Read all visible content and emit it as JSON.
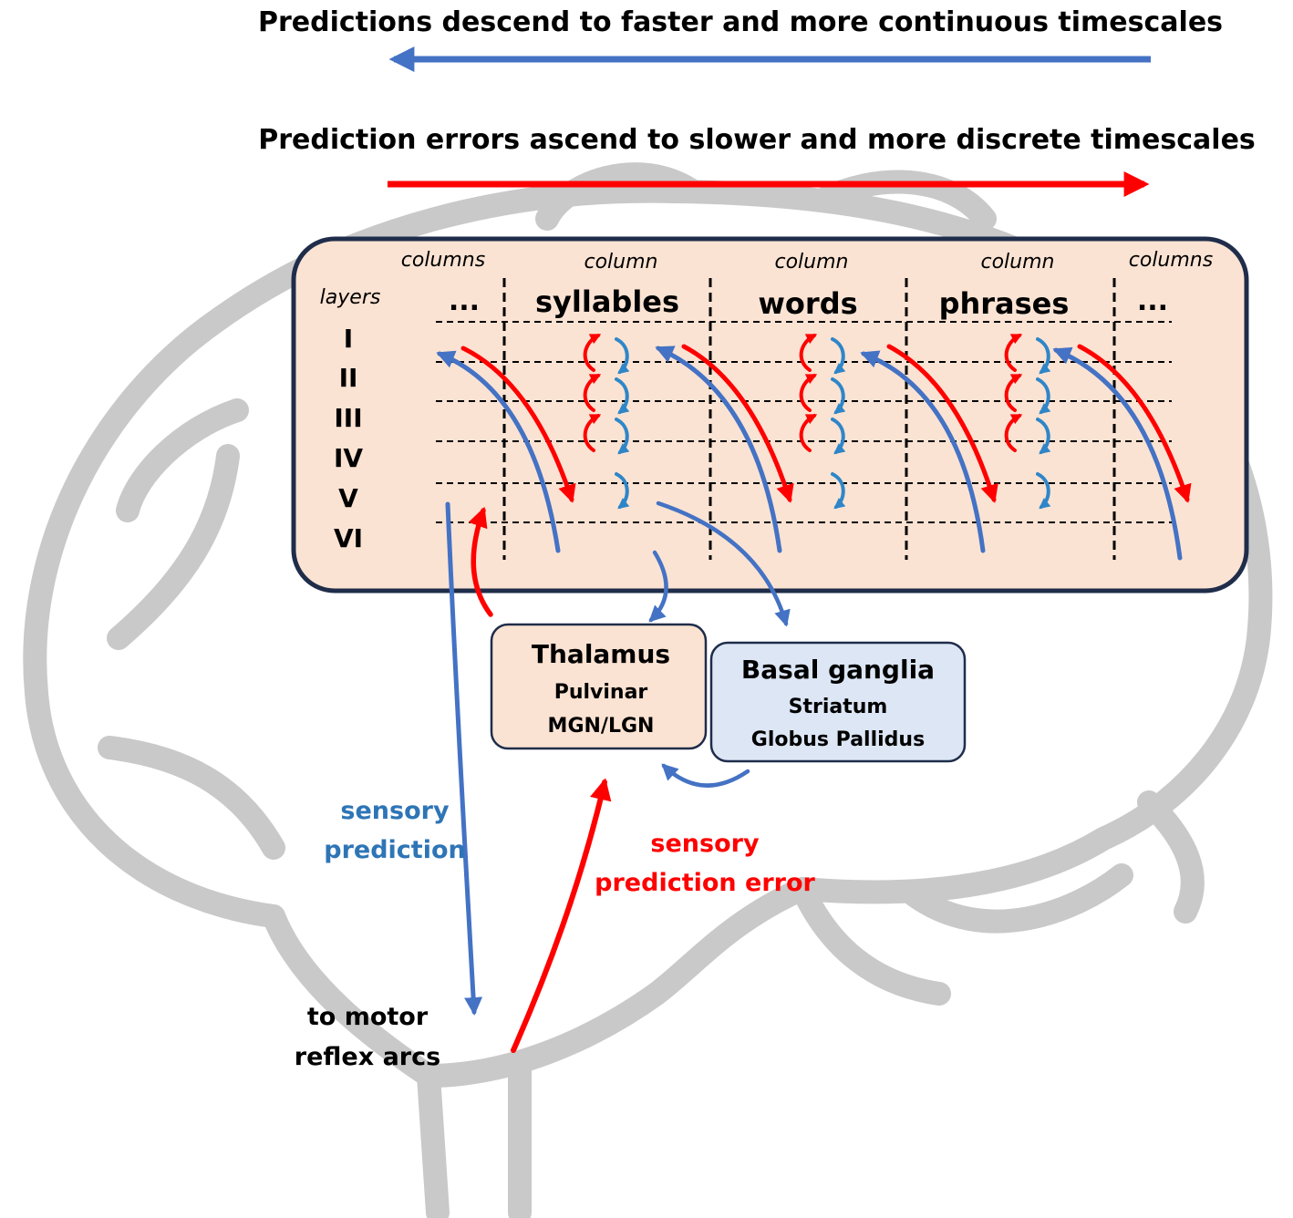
{
  "header": {
    "predictions_caption": "Predictions descend to faster and more continuous timescales",
    "errors_caption": "Prediction errors ascend to slower and more discrete timescales"
  },
  "cortex": {
    "layers_label": "layers",
    "layers": [
      "I",
      "II",
      "III",
      "IV",
      "V",
      "VI"
    ],
    "columns": [
      {
        "top": "columns",
        "name": "..."
      },
      {
        "top": "column",
        "name": "syllables"
      },
      {
        "top": "column",
        "name": "words"
      },
      {
        "top": "column",
        "name": "phrases"
      },
      {
        "top": "columns",
        "name": "..."
      }
    ]
  },
  "thalamus": {
    "title": "Thalamus",
    "line1": "Pulvinar",
    "line2": "MGN/LGN"
  },
  "basal_ganglia": {
    "title": "Basal ganglia",
    "line1": "Striatum",
    "line2": "Globus Pallidus"
  },
  "labels": {
    "sensory_prediction_1": "sensory",
    "sensory_prediction_2": "prediction",
    "sensory_error_1": "sensory",
    "sensory_error_2": "prediction error",
    "motor_1": "to motor",
    "motor_2": "reflex arcs"
  },
  "colors": {
    "prediction": "#4472c4",
    "error": "#ff0000",
    "cortex_fill": "#fbe3d3",
    "basal_fill": "#dce6f5",
    "box_stroke": "#1f2d4a",
    "brain": "#c9c9c9",
    "text": "#000000"
  }
}
